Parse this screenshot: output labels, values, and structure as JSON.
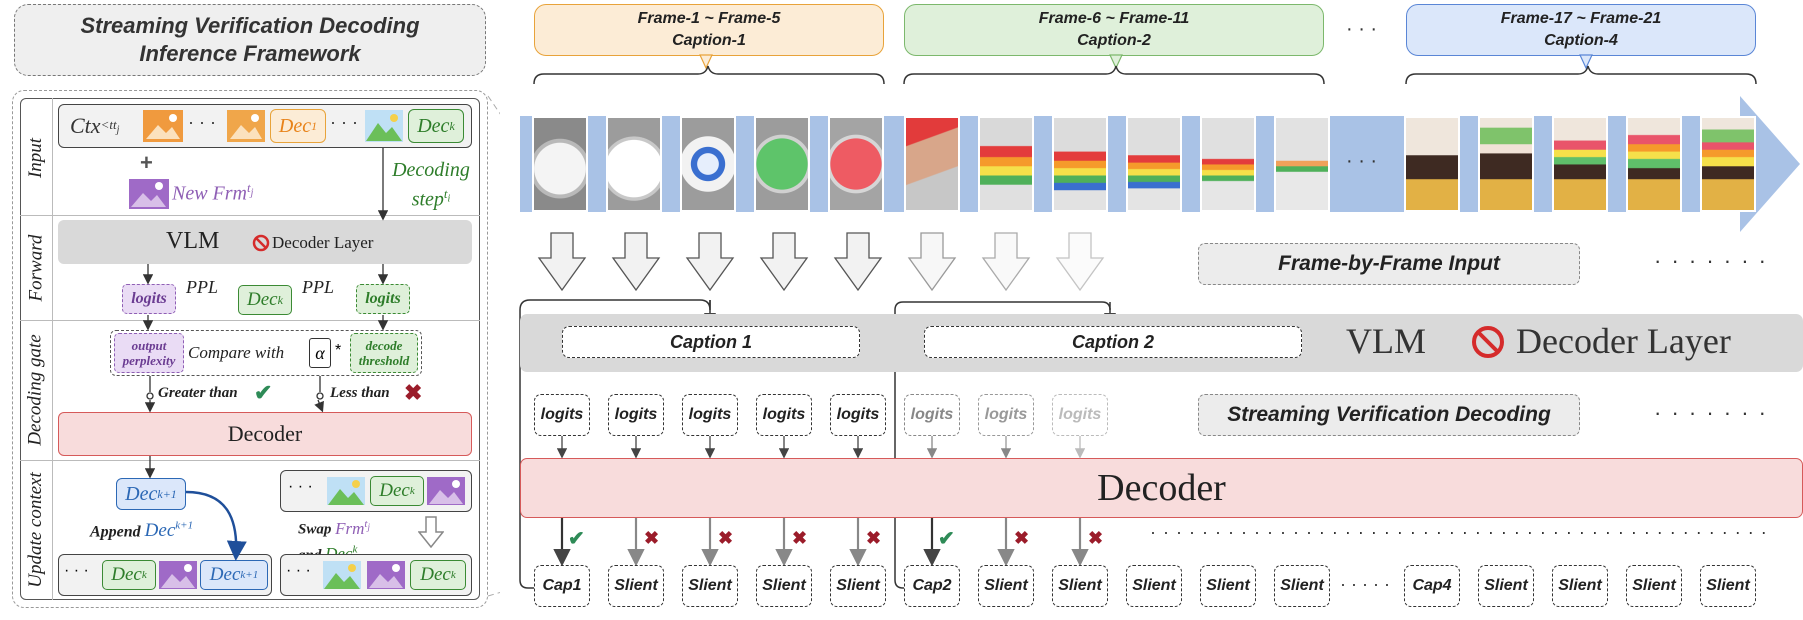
{
  "left_panel": {
    "title_line1": "Streaming Verification Decoding",
    "title_line2": "Inference Framework",
    "sections": {
      "input": "Input",
      "forward": "Forward",
      "decoding_gate": "Decoding gate",
      "update_context": "Update context"
    },
    "ctx_label": "Ctx",
    "ctx_sup": "<t",
    "ctx_sub": "j",
    "dots": "· · ·",
    "dec_label": "Dec",
    "dec_sup_1": "1",
    "dec_sup_k": "k",
    "dec_sup_k1": "k+1",
    "plus": "+",
    "new_frm": "New Frm",
    "frm_sup": "t",
    "frm_sub": "j",
    "decoding_step_line1": "Decoding",
    "decoding_step_line2": "step",
    "step_sup": "t",
    "step_sub": "i",
    "vlm": "VLM",
    "decoder_layer": "Decoder Layer",
    "logits": "logits",
    "ppl": "PPL",
    "output_perplexity_line1": "output",
    "output_perplexity_line2": "perplexity",
    "compare_with": "Compare with",
    "alpha": "α",
    "times": "*",
    "decode_threshold_line1": "decode",
    "decode_threshold_line2": "threshold",
    "greater_than": "Greater than",
    "less_than": "Less than",
    "decoder": "Decoder",
    "append": "Append",
    "swap": "Swap",
    "and": "and",
    "frm_word": "Frm"
  },
  "right_panel": {
    "captions": [
      {
        "frames": "Frame-1 ~ Frame-5",
        "caption": "Caption-1",
        "color": "#fcecd6",
        "border": "#e8a33a"
      },
      {
        "frames": "Frame-6 ~ Frame-11",
        "caption": "Caption-2",
        "color": "#dff0da",
        "border": "#7cb86c"
      },
      {
        "frames": "Frame-17 ~ Frame-21",
        "caption": "Caption-4",
        "color": "#dbe7fa",
        "border": "#5a86d6"
      }
    ],
    "ellipsis": "· · ·",
    "long_dots": "· · · · · · ·",
    "frame_by_frame": "Frame-by-Frame Input",
    "caption1_box": "Caption 1",
    "caption2_box": "Caption 2",
    "vlm": "VLM",
    "decoder_layer": "Decoder Layer",
    "streaming": "Streaming Verification Decoding",
    "logits": "logits",
    "decoder": "Decoder",
    "outputs": [
      "Cap1",
      "Slient",
      "Slient",
      "Slient",
      "Slient",
      "Cap2",
      "Slient",
      "Slient",
      "Slient",
      "Slient",
      "Slient",
      "Cap4",
      "Slient",
      "Slient",
      "Slient",
      "Slient"
    ],
    "output_dots_row": "· · · · · · · · · · · · · · · · · · · · · · · · · · · · · · · · · · · · · · · · · · · · · · · ·",
    "output_mid_dots": "· · · · ·"
  },
  "colors": {
    "orange": "#e8a33a",
    "green": "#3b8a34",
    "purple": "#8f5fb5",
    "blue": "#2c68b5",
    "decoder_fill": "#f8dcdc",
    "decoder_border": "#d65a5a",
    "vlm_fill": "#d9d9d9",
    "arrow_band": "#a9c2e6",
    "check": "#2e8b57",
    "cross": "#9b1c2a"
  }
}
